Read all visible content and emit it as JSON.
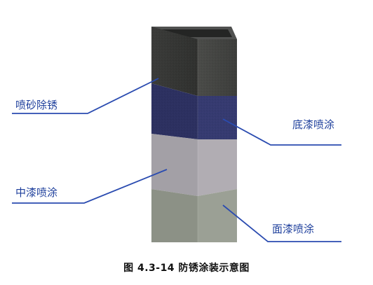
{
  "labels": {
    "rust_removal": "喷砂除锈",
    "primer": "底漆喷涂",
    "intermediate": "中漆喷涂",
    "topcoat": "面漆喷涂"
  },
  "caption": "图 4.3-14 防锈涂装示意图",
  "colors": {
    "leader_line": "#2a4bb0",
    "label_text": "#1e3f9c",
    "layer_rust_removal": "#3e3f3d",
    "layer_primer": "#2f3466",
    "layer_intermediate": "#a7a2a8",
    "layer_topcoat": "#8f9487"
  }
}
